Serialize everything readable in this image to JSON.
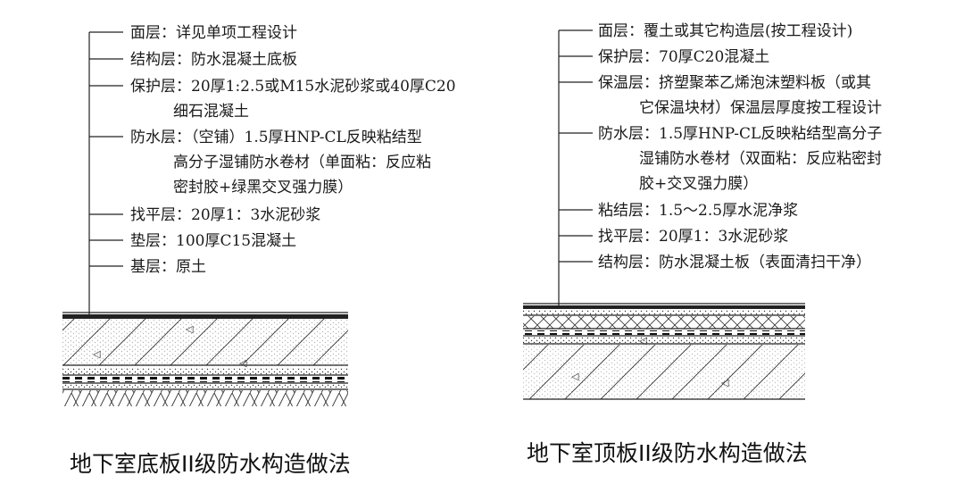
{
  "left": {
    "caption": "地下室底板II级防水构造做法",
    "layers": [
      {
        "lines": [
          "面层：详见单项工程设计"
        ]
      },
      {
        "lines": [
          "结构层：防水混凝土底板"
        ]
      },
      {
        "lines": [
          "保护层：20厚1:2.5或M15水泥砂浆或40厚C20",
          "细石混凝土"
        ]
      },
      {
        "lines": [
          "防水层：（空铺）1.5厚HNP-CL反映粘结型",
          "高分子湿铺防水卷材（单面粘：反应粘",
          "密封胶+绿黑交叉强力膜）"
        ]
      },
      {
        "lines": [
          "找平层：20厚1：3水泥砂浆"
        ]
      },
      {
        "lines": [
          "垫层：100厚C15混凝土"
        ]
      },
      {
        "lines": [
          "基层：原土"
        ]
      }
    ]
  },
  "right": {
    "caption": "地下室顶板II级防水构造做法",
    "layers": [
      {
        "lines": [
          "面层：覆土或其它构造层(按工程设计)"
        ]
      },
      {
        "lines": [
          "保护层：70厚C20混凝土"
        ]
      },
      {
        "lines": [
          "保温层：挤塑聚苯乙烯泡沫塑料板（或其",
          "它保温块材）保温层厚度按工程设计"
        ]
      },
      {
        "lines": [
          "防水层：1.5厚HNP-CL反映粘结型高分子",
          "湿铺防水卷材（双面粘：反应粘密封",
          "胶+交叉强力膜）"
        ]
      },
      {
        "lines": [
          "粘结层：1.5～2.5厚水泥净浆"
        ]
      },
      {
        "lines": [
          "找平层：20厚1：3水泥砂浆"
        ]
      },
      {
        "lines": [
          "结构层：防水混凝土板（表面清扫干净）"
        ]
      }
    ]
  }
}
